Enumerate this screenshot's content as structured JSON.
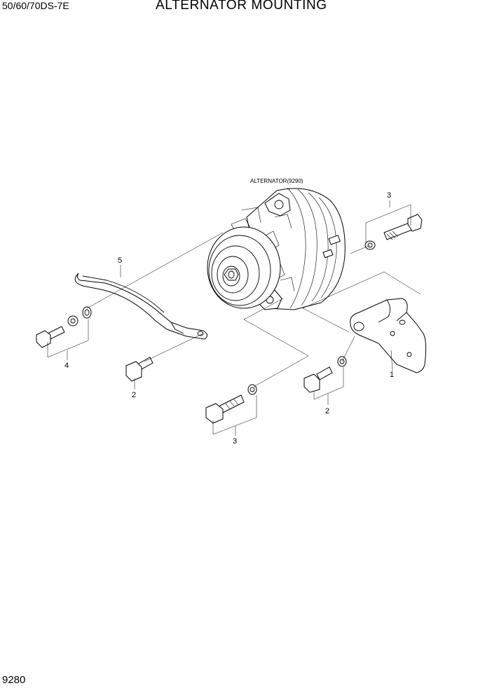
{
  "header": {
    "model": "50/60/70DS-7E",
    "title": "ALTERNATOR MOUNTING"
  },
  "footer": {
    "page_number": "9280"
  },
  "diagram": {
    "assembly_label": "ALTERNATOR(9290)",
    "callouts": {
      "bracket": "1",
      "bolt_left": "2",
      "bolt_right": "2",
      "bolt_top": "3",
      "bolt_bottom": "3",
      "bolt_4": "4",
      "strap": "5"
    }
  }
}
